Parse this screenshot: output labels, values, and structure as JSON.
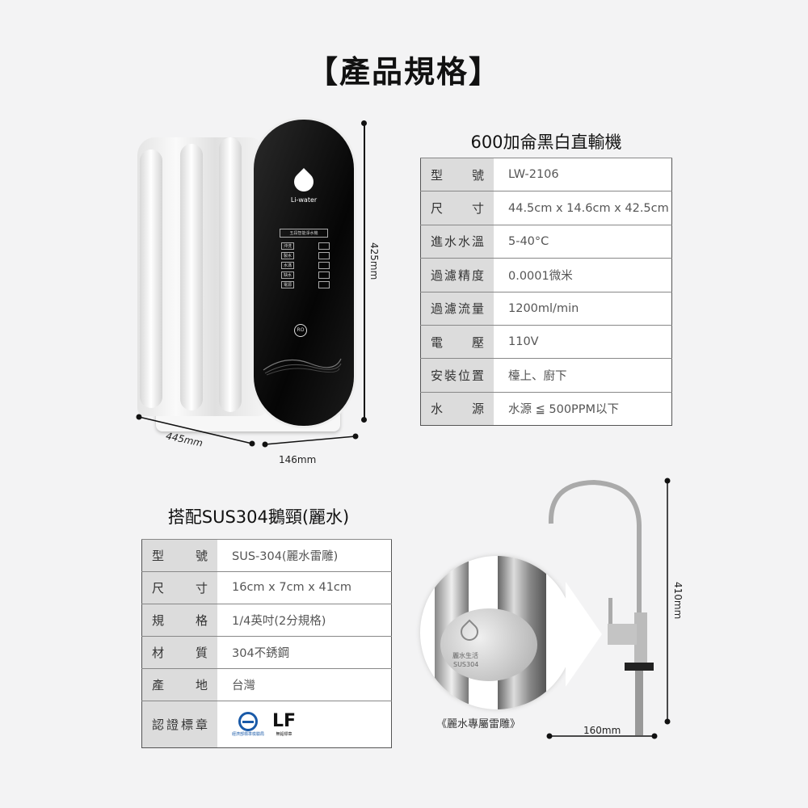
{
  "title": "【產品規格】",
  "machine": {
    "brand": "Li-water",
    "panel_label": "五段智能淨水機",
    "panel_buttons": [
      "沖洗",
      "製水",
      "水滿",
      "缺水",
      "電源"
    ],
    "ro_badge": "RO",
    "dimensions": {
      "height": "425mm",
      "depth": "445mm",
      "width": "146mm"
    }
  },
  "spec_table": {
    "title": "600加侖黑白直輸機",
    "rows": [
      {
        "label": "型號",
        "value": "LW-2106"
      },
      {
        "label": "尺寸",
        "value": "44.5cm x 14.6cm x 42.5cm"
      },
      {
        "label": "進水水溫",
        "value": "5-40°C"
      },
      {
        "label": "過濾精度",
        "value": "0.0001微米"
      },
      {
        "label": "過濾流量",
        "value": "1200ml/min"
      },
      {
        "label": "電壓",
        "value": "110V"
      },
      {
        "label": "安裝位置",
        "value": "檯上、廚下"
      },
      {
        "label": "水源",
        "value": "水源 ≦ 500PPM以下"
      }
    ]
  },
  "faucet_table": {
    "title": "搭配SUS304鵝頸(麗水)",
    "rows": [
      {
        "label": "型號",
        "value": "SUS-304(麗水雷雕)"
      },
      {
        "label": "尺寸",
        "value": "16cm x 7cm x 41cm"
      },
      {
        "label": "規格",
        "value": "1/4英吋(2分規格)"
      },
      {
        "label": "材質",
        "value": "304不銹鋼"
      },
      {
        "label": "產地",
        "value": "台灣"
      },
      {
        "label": "認證標章",
        "value": ""
      }
    ],
    "cert_logos": {
      "lf_text": "LF",
      "lf_caption": "無鉛標章",
      "bsmi_caption": "經濟部標準檢驗局"
    }
  },
  "faucet": {
    "engraving_text": "麗水生活",
    "engraving_model": "SUS304",
    "caption": "《麗水專屬雷雕》",
    "dimensions": {
      "height": "410mm",
      "width": "160mm"
    }
  }
}
